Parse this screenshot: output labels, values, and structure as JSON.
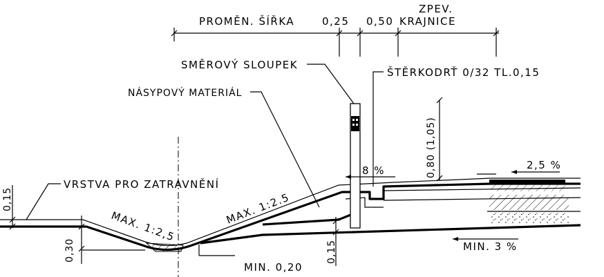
{
  "labels": {
    "variable_width": "PROMĚN. ŠÍŘKA",
    "dim_025": "0,25",
    "dim_050": "0,50",
    "paved_shoulder_1": "ZPEV.",
    "paved_shoulder_2": "KRAJNICE",
    "guide_post": "SMĚROVÝ SLOUPEK",
    "gravel": "ŠTĚRKODRŤ 0/32 TL.0,15",
    "embankment": "NÁSYPOVÝ MATERIÁL",
    "dim_080": "0,80 (1,05)",
    "slope_8": "8 %",
    "slope_25": "2,5 %",
    "dim_015_left": "0,15",
    "grass_layer": "VRSTVA PRO ZATRAVNĚNÍ",
    "slope_max_right": "MAX. 1:2.5",
    "slope_max_left": "MAX. 1:2,5",
    "dim_030": "0,30",
    "dim_015_bottom": "0,15",
    "min_020": "MIN. 0,20",
    "min_3": "MIN. 3 %"
  }
}
